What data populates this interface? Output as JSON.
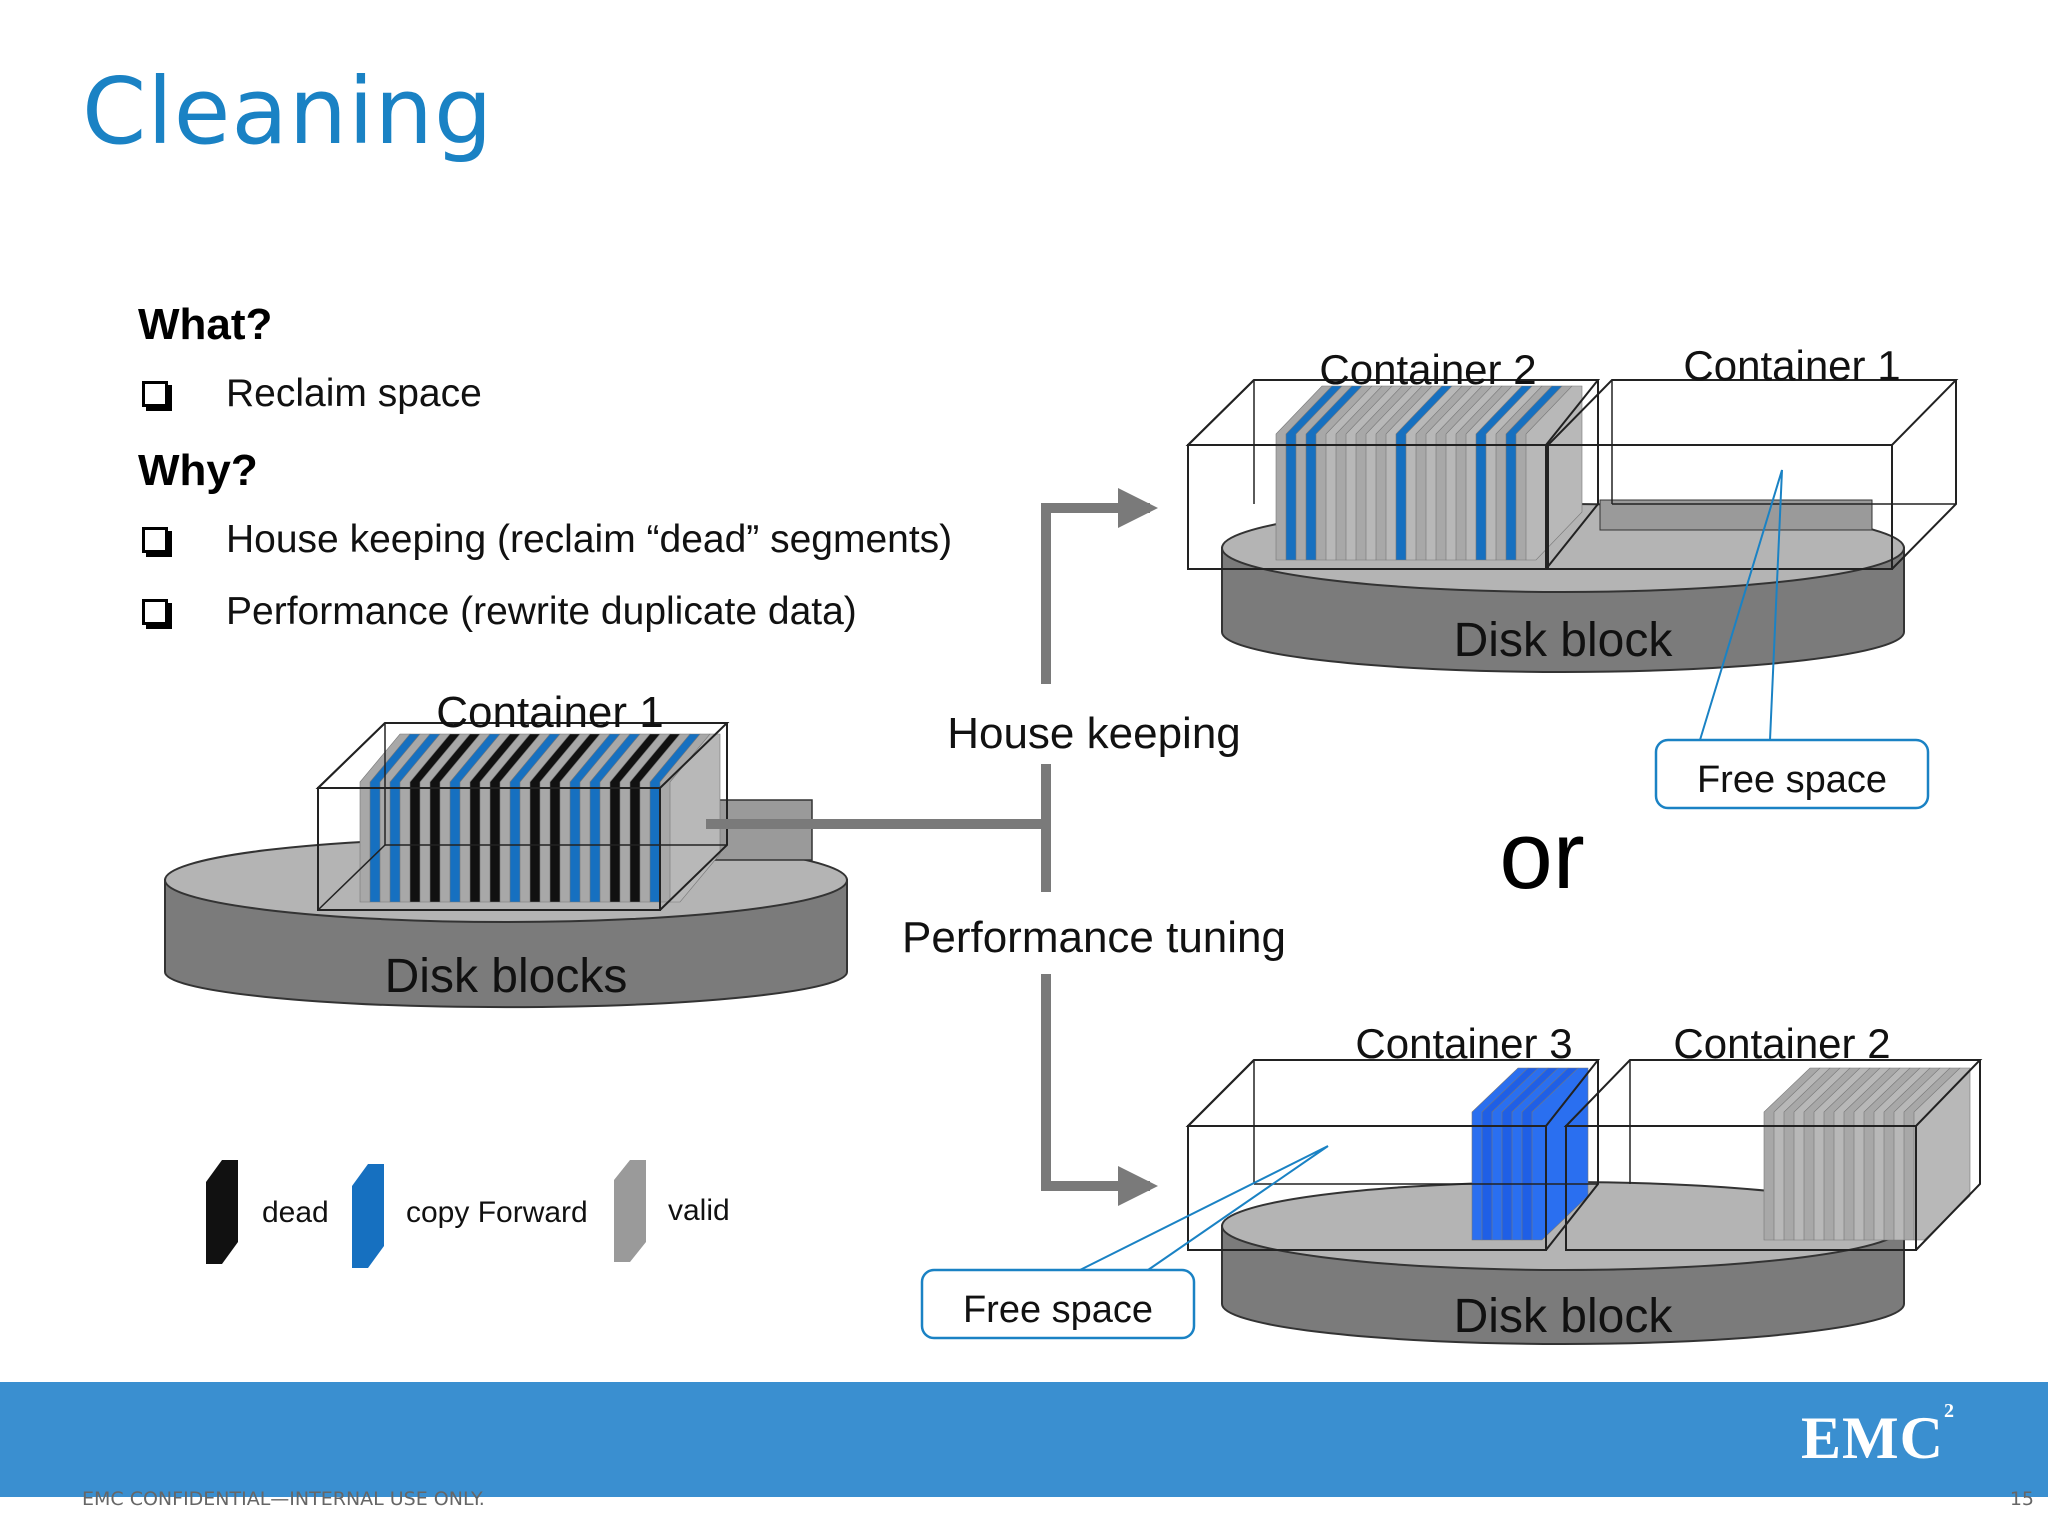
{
  "slide": {
    "title": "Cleaning",
    "what_heading": "What?",
    "what_items": [
      "Reclaim space"
    ],
    "why_heading": "Why?",
    "why_items": [
      "House keeping (reclaim “dead” segments)",
      "Performance (rewrite duplicate data)"
    ]
  },
  "diagram": {
    "source": {
      "container_label": "Container 1",
      "disk_label": "Disk blocks"
    },
    "branches": {
      "house_keeping": "House keeping",
      "performance": "Performance tuning",
      "or": "or"
    },
    "top_result": {
      "container_left": "Container 2",
      "container_right": "Container 1",
      "disk_label": "Disk block",
      "callout": "Free space"
    },
    "bottom_result": {
      "container_left": "Container 3",
      "container_right": "Container 2",
      "disk_label": "Disk block",
      "callout": "Free space"
    },
    "legend": {
      "dead": "dead",
      "copy_forward": "copy Forward",
      "valid": "valid"
    }
  },
  "colors": {
    "title": "#1a82c4",
    "dead": "#111111",
    "copy_forward": "#1670c0",
    "valid": "#a8a8a8",
    "fresh_blue": "#1f5fe6",
    "footer": "#3a8fd0",
    "callout": "#1a82c4",
    "arrow": "#7a7a7a"
  },
  "footer": {
    "logo_text": "EMC",
    "logo_sup": "2",
    "confidential": "EMC CONFIDENTIAL—INTERNAL USE ONLY.",
    "page": "15"
  }
}
